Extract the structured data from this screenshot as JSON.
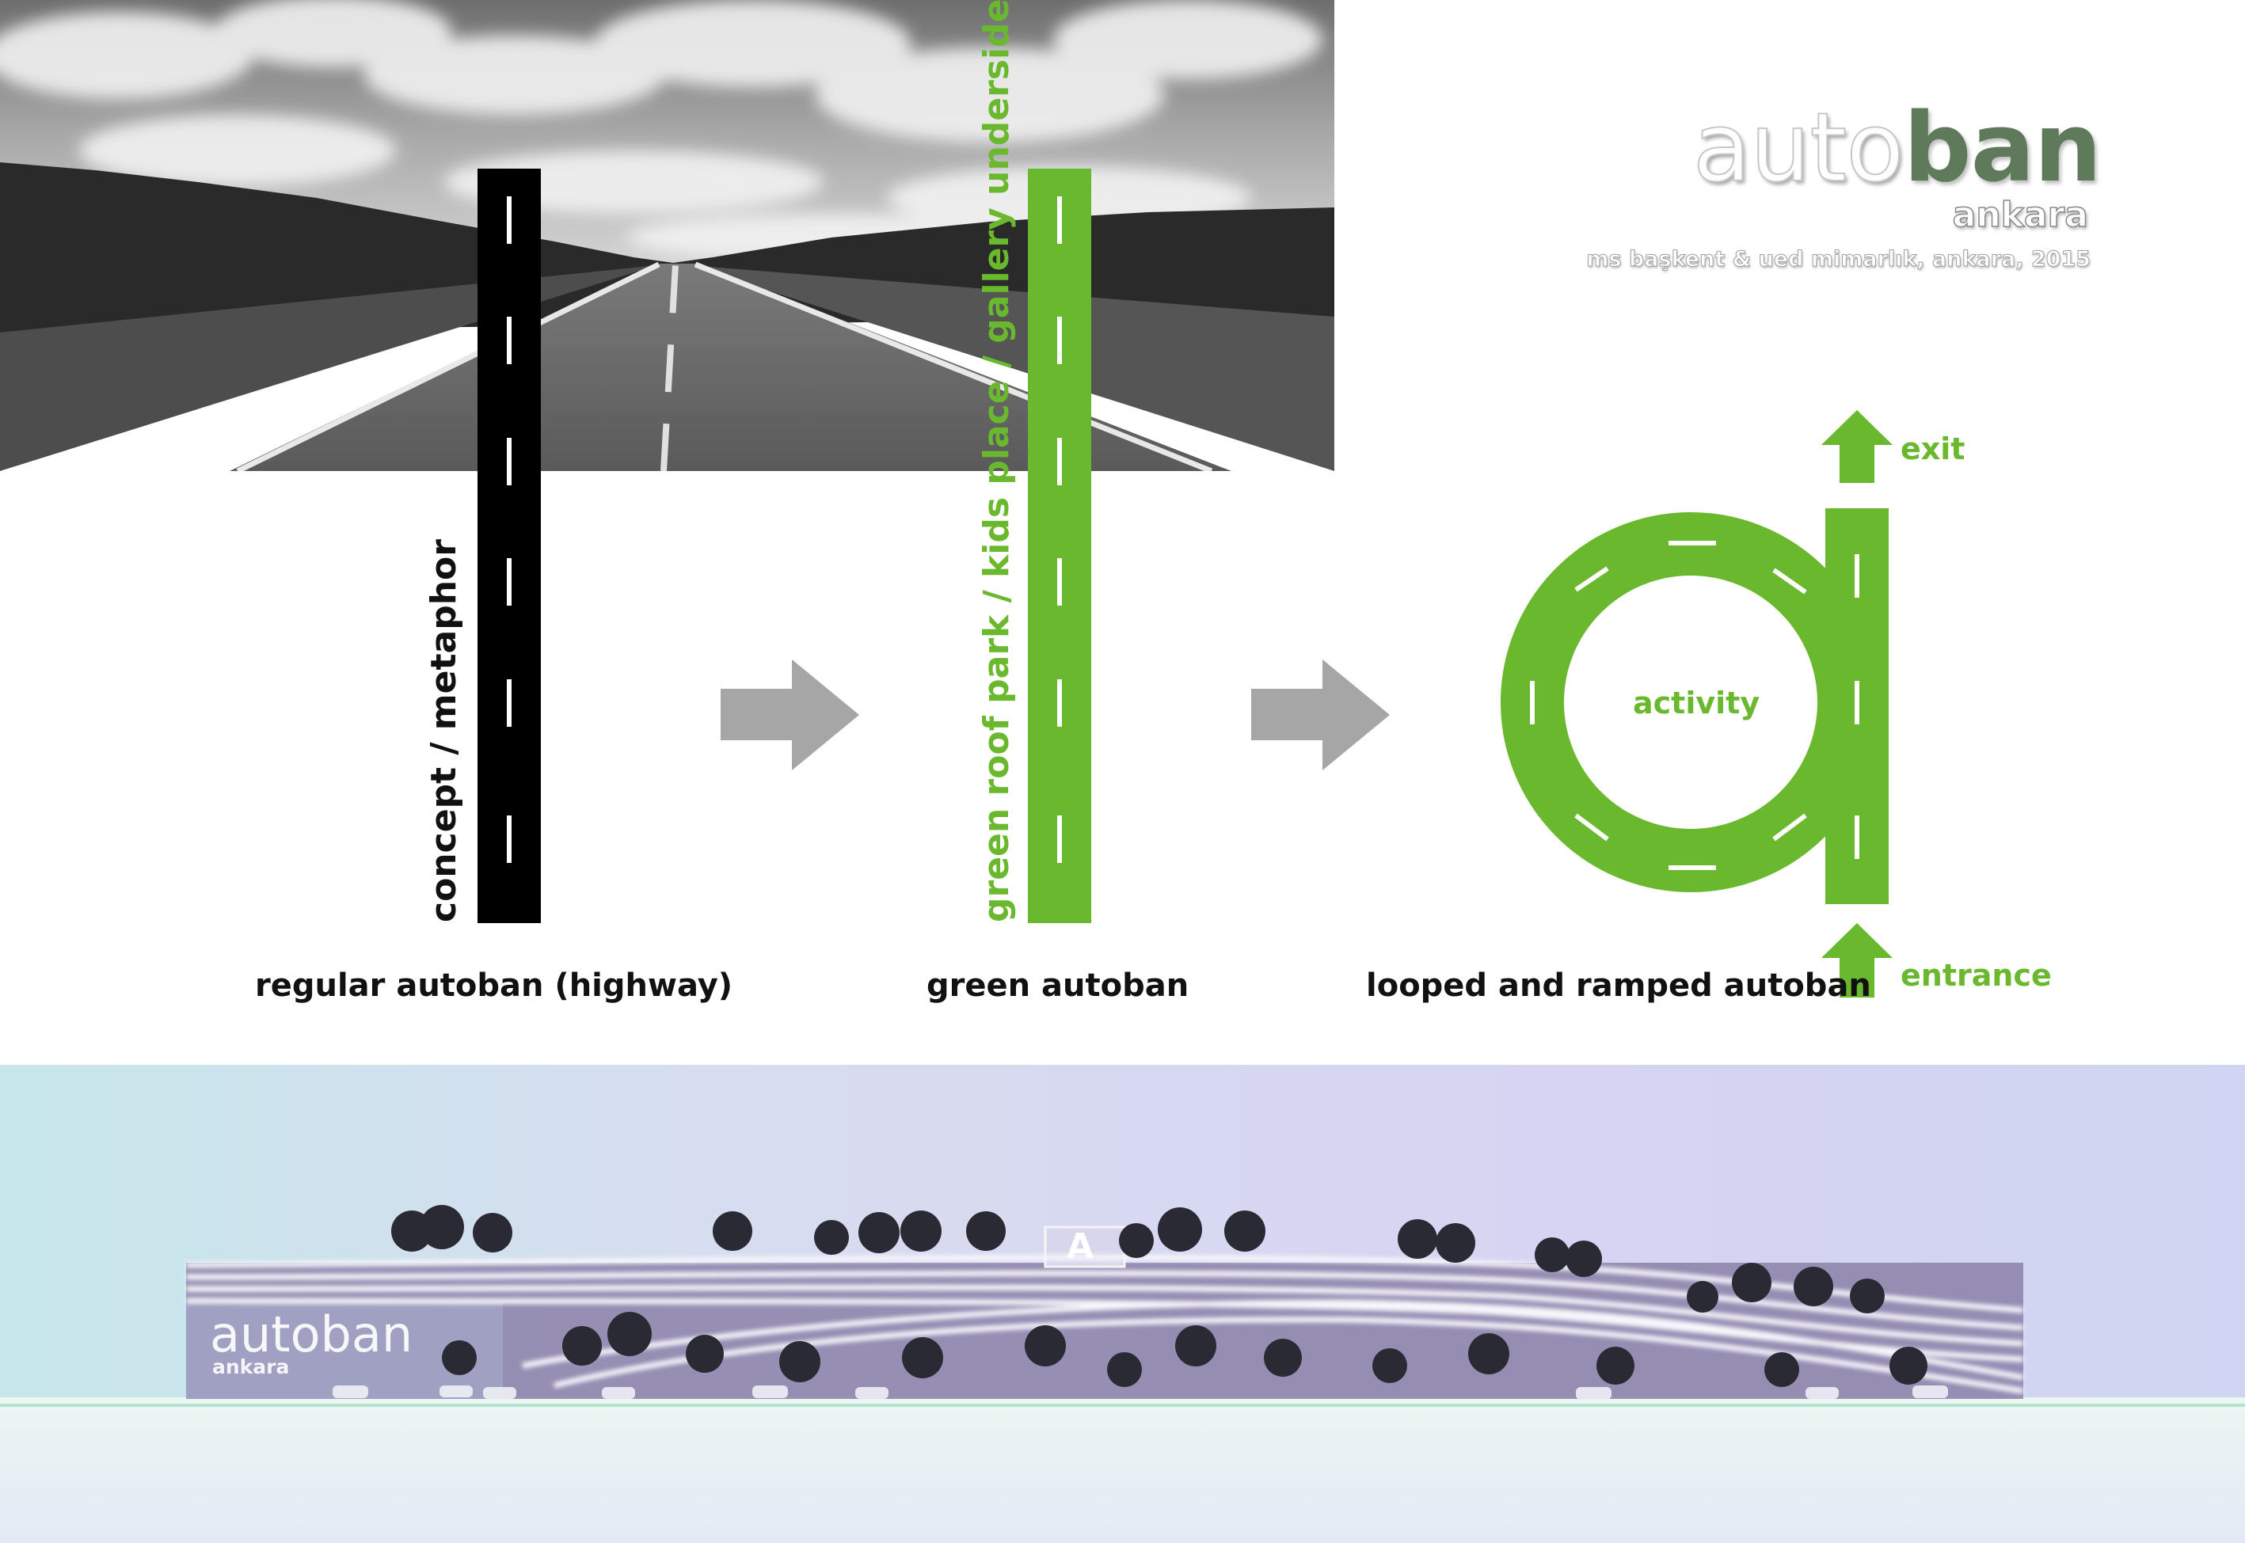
{
  "brand": {
    "word_light": "auto",
    "word_bold": "ban",
    "city": "ankara",
    "credit": "ms başkent & ued mimarlık, ankara, 2015"
  },
  "labels": {
    "concept_vertical": "concept / metaphor",
    "green_vertical": "green roof  park / kids place / gallery underside",
    "activity": "activity",
    "exit": "exit",
    "entrance": "entrance"
  },
  "captions": {
    "regular": "regular autoban (highway)",
    "green": "green autoban",
    "looped": "looped and ramped autoban"
  },
  "render_sign": {
    "word": "autoban",
    "city": "ankara",
    "tower_letter": "A"
  },
  "colors": {
    "green": "#6ab82e",
    "road_black": "#000000",
    "arrow_gray": "#a6a6a6"
  }
}
